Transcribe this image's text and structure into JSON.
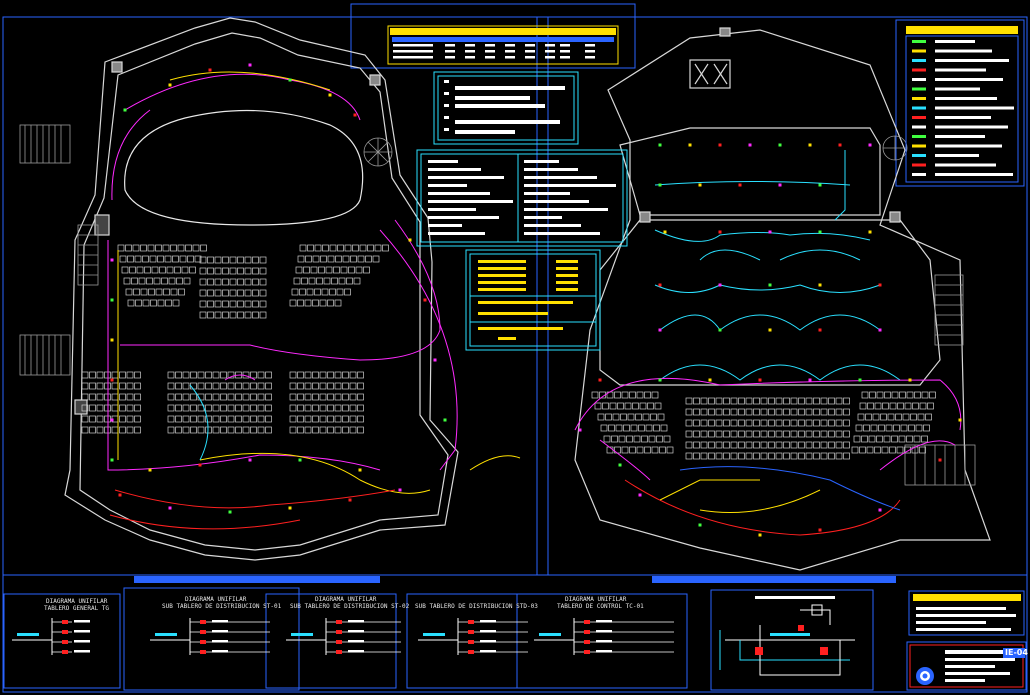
{
  "sheet": {
    "code": "IE-04"
  },
  "single_line_diagrams": [
    {
      "title": "DIAGRAMA UNIFILAR",
      "subtitle": "TABLERO GENERAL TG"
    },
    {
      "title": "DIAGRAMA UNIFILAR",
      "subtitle": "SUB TABLERO DE DISTRIBUCION ST-01"
    },
    {
      "title": "DIAGRAMA UNIFILAR",
      "subtitle": "SUB TABLERO DE DISTRIBUCION ST-02"
    },
    {
      "title": "",
      "subtitle": "SUB TABLERO DE DISTRIBUCION STD-03"
    },
    {
      "title": "DIAGRAMA UNIFILAR",
      "subtitle": "TABLERO DE CONTROL TC-01"
    }
  ],
  "colors": {
    "frame": "#2a64ff",
    "magenta": "#ff2aff",
    "yellow": "#ffe000",
    "cyan": "#2ae0ff",
    "red": "#ff2020",
    "green": "#40ff40",
    "seats": "#cfcfcf"
  },
  "icons": [
    "north-arrow-icon",
    "stair-icon",
    "circuit-breaker-icon",
    "luminaire-icon"
  ]
}
